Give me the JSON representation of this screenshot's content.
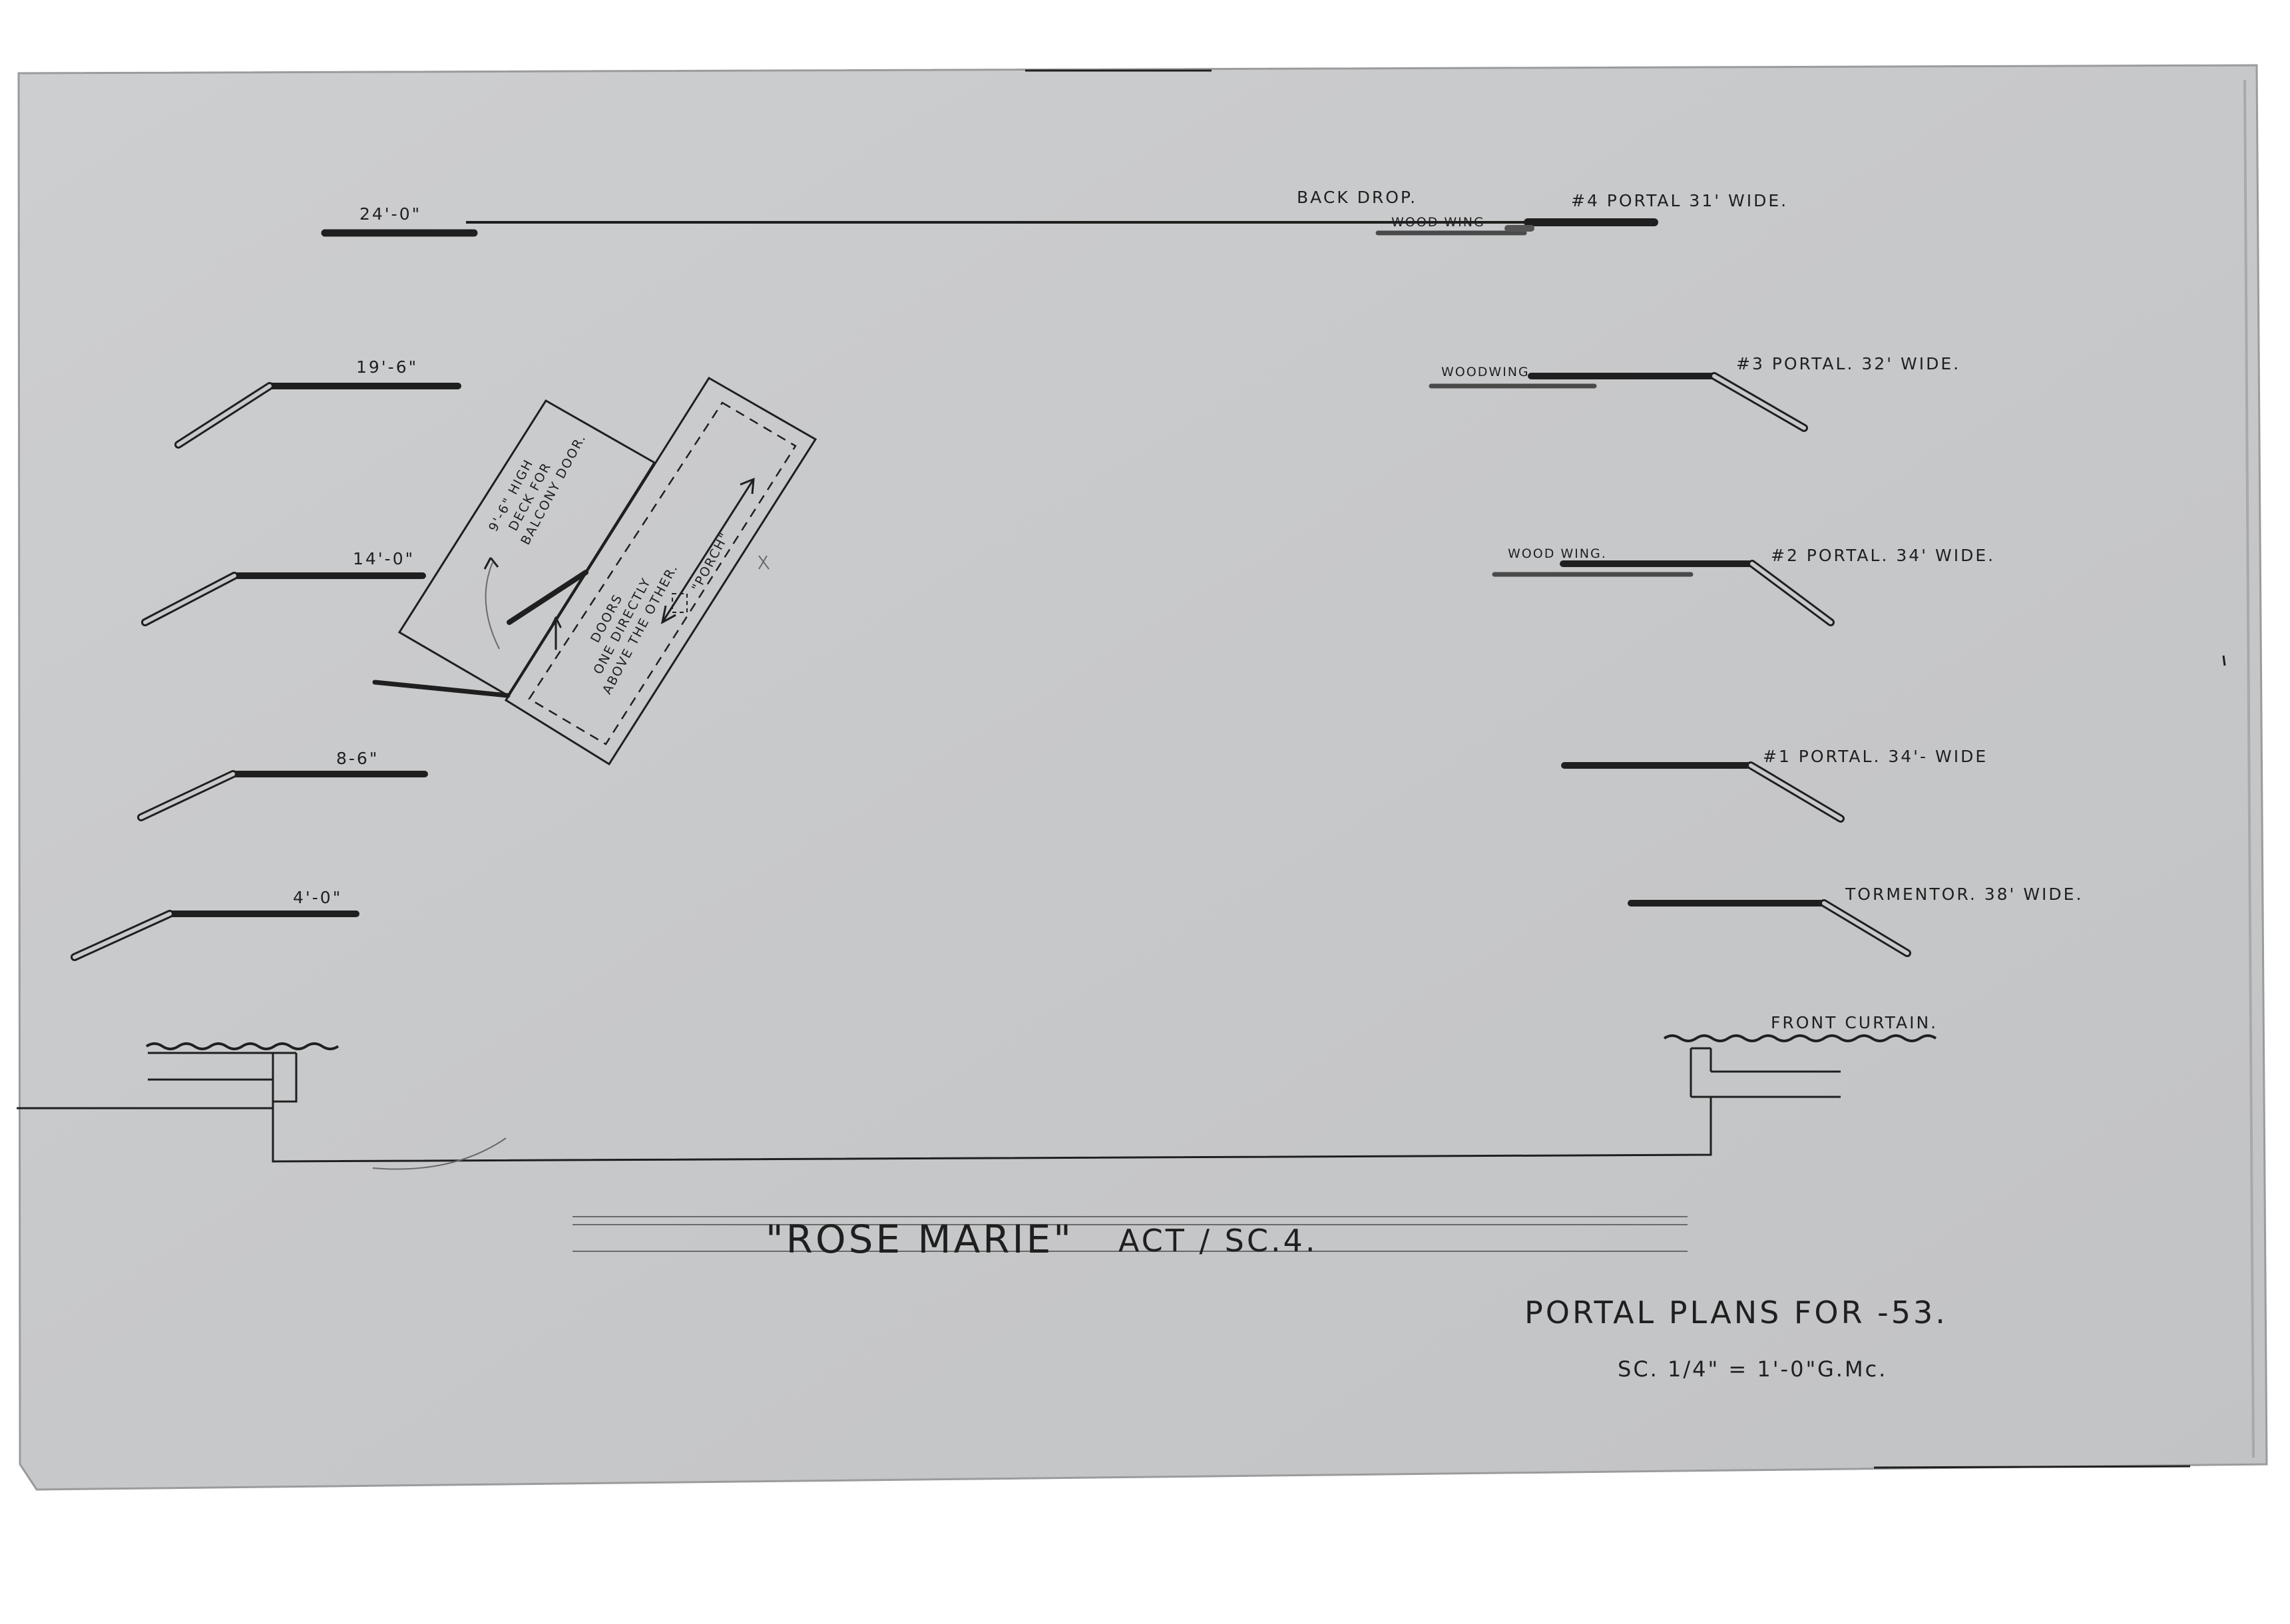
{
  "depths": {
    "d24": "24'-0\"",
    "d19": "19'-6\"",
    "d14": "14'-0\"",
    "d8": "8-6\"",
    "d4": "4'-0\""
  },
  "right": {
    "backdrop": "BACK DROP.",
    "portal4": "#4 PORTAL   31' WIDE.",
    "woodwing4": "WOOD WING",
    "woodwing3": "WOODWING",
    "portal3": "#3 PORTAL. 32' WIDE.",
    "woodwing2": "WOOD WING.",
    "portal2": "#2 PORTAL. 34' WIDE.",
    "portal1": "#1 PORTAL.  34'- WIDE",
    "tormentor": "TORMENTOR. 38' WIDE.",
    "front_curtain": "FRONT CURTAIN."
  },
  "set": {
    "deck_line1": "9'-6\" HIGH",
    "deck_line2": "DECK FOR",
    "deck_line3": "BALCONY DOOR.",
    "doors_line1": "DOORS",
    "doors_line2": "ONE DIRECTLY",
    "doors_line3": "ABOVE THE OTHER.",
    "porch": "\"PORCH\""
  },
  "title": {
    "show": "\"ROSE MARIE\"",
    "act": "ACT / SC.4.",
    "plan": "PORTAL PLANS FOR -53.",
    "scale": "SC. 1/4\" = 1'-0\"",
    "initials": "G.Mc."
  },
  "colors": {
    "paper": "#c9cacc",
    "ink": "#1f1f1f",
    "pencil": "#6a6a6a"
  }
}
